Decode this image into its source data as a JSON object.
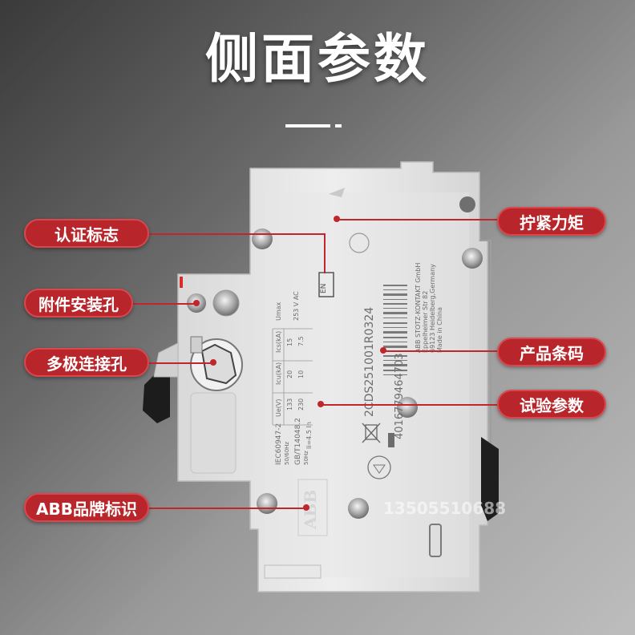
{
  "title": "侧面参数",
  "labels": {
    "cert": "认证标志",
    "accessory": "附件安装孔",
    "multipole": "多极连接孔",
    "brand": "ABB品牌标识",
    "torque": "拧紧力矩",
    "barcode": "产品条码",
    "test": "试验参数"
  },
  "device_text": {
    "standard": "IEC60947-2",
    "freq1": "50/60Hz",
    "gb": "GB/T14048.2",
    "freq2": "50Hz",
    "ue_header": "Ue(V)",
    "icu_header": "Icu(kA)",
    "ics_header": "Ics(kA)",
    "umax": "Umax",
    "row1": [
      "133",
      "20",
      "15"
    ],
    "row2": [
      "230",
      "10",
      "7.5"
    ],
    "umax_val": "253 V AC",
    "ii": "Ii=4.5 In",
    "code": "2CDS251001R0324",
    "barcode_num": "4016779464703",
    "maker1": "ABB STOTZ-KONTAKT GmbH",
    "maker2": "Eppelheimer Str 82",
    "maker3": "69123 Heidelberg,Germany",
    "maker4": "Made in China",
    "brand": "ABB"
  },
  "watermark": "13505510688",
  "colors": {
    "label_bg": "#b8262b",
    "line": "#c0272d"
  }
}
